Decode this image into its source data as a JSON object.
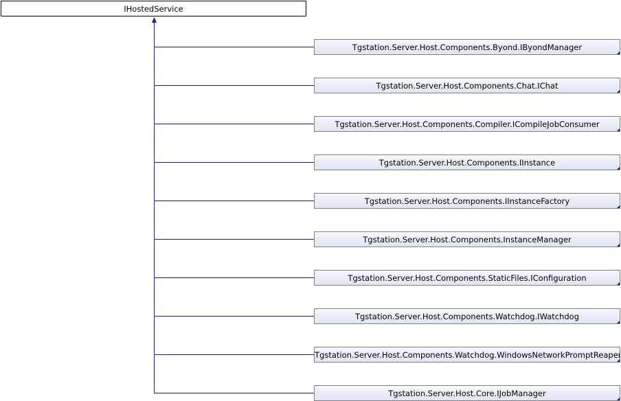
{
  "root": {
    "label": "IHostedService"
  },
  "children": [
    {
      "label": "Tgstation.Server.Host.Components.Byond.IByondManager"
    },
    {
      "label": "Tgstation.Server.Host.Components.Chat.IChat"
    },
    {
      "label": "Tgstation.Server.Host.Components.Compiler.ICompileJobConsumer"
    },
    {
      "label": "Tgstation.Server.Host.Components.IInstance"
    },
    {
      "label": "Tgstation.Server.Host.Components.IInstanceFactory"
    },
    {
      "label": "Tgstation.Server.Host.Components.InstanceManager"
    },
    {
      "label": "Tgstation.Server.Host.Components.StaticFiles.IConfiguration"
    },
    {
      "label": "Tgstation.Server.Host.Components.Watchdog.IWatchdog"
    },
    {
      "label": "Tgstation.Server.Host.Components.Watchdog.WindowsNetworkPromptReaper"
    },
    {
      "label": "Tgstation.Server.Host.Core.IJobManager"
    }
  ],
  "colors": {
    "edge": "#1a1a8c",
    "node_border": "#808080",
    "node_fill_top": "#f5f8fc",
    "node_fill_bottom": "#dfe6f2"
  }
}
